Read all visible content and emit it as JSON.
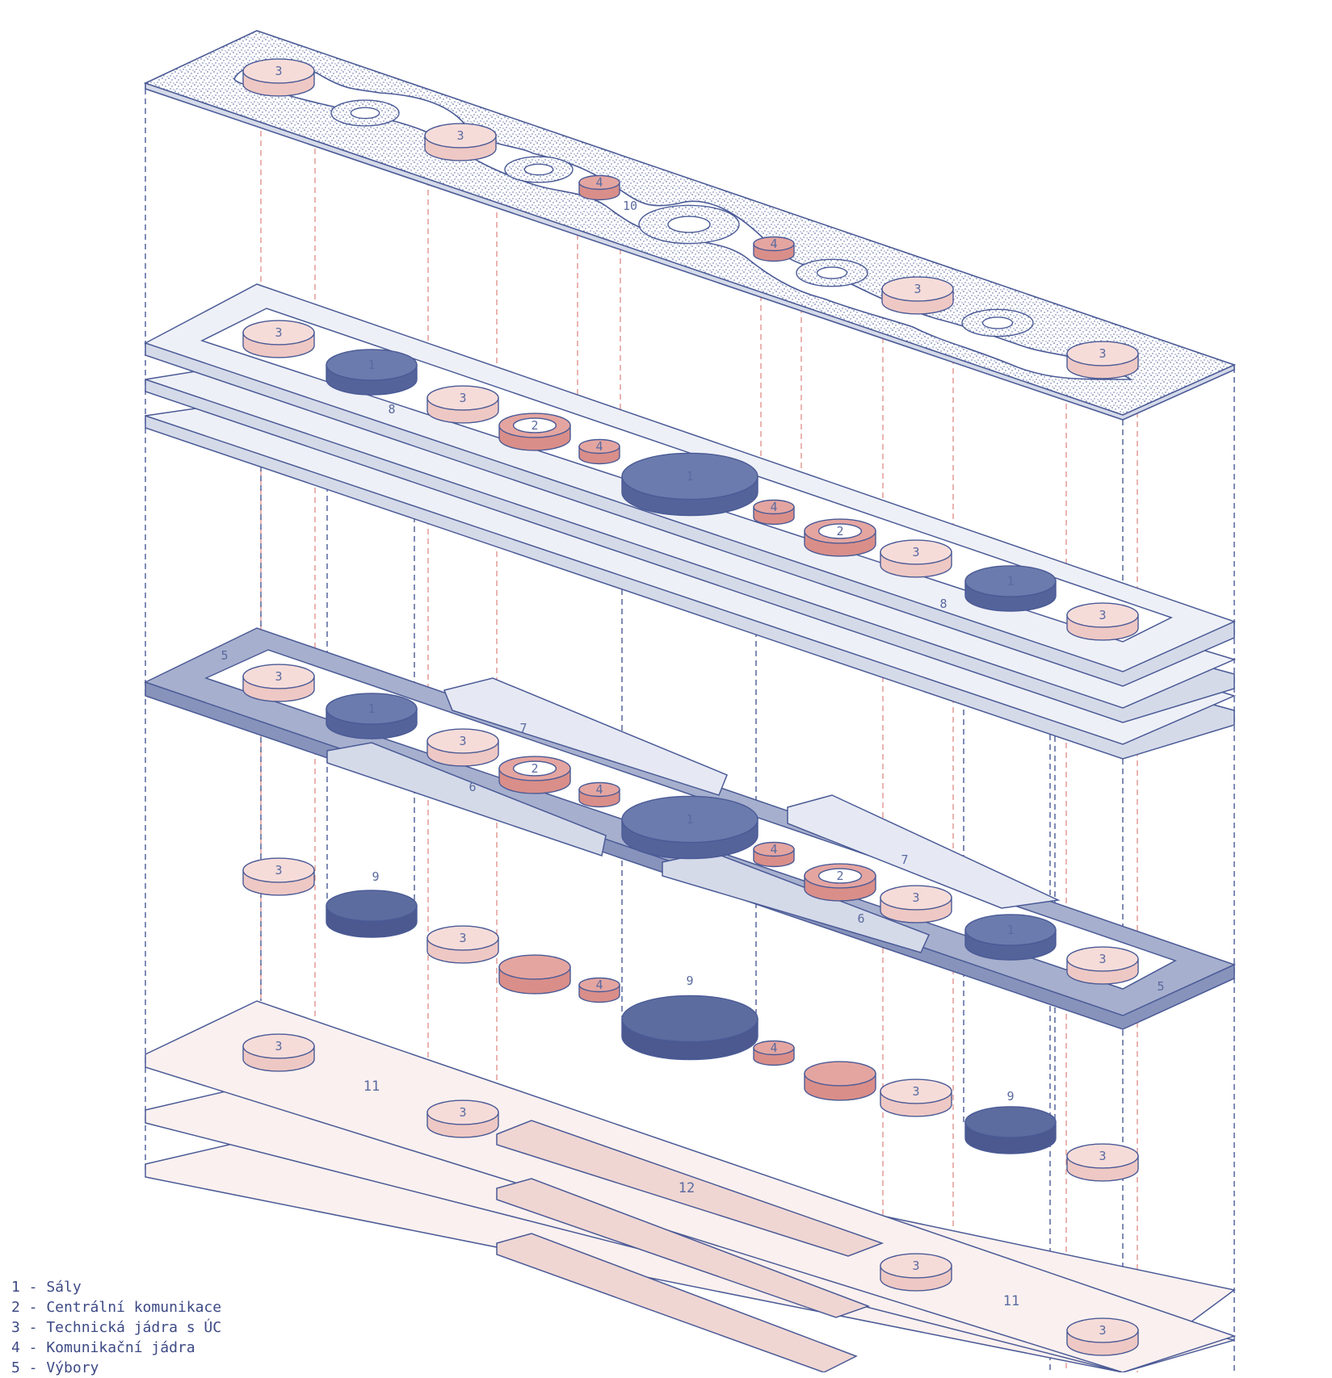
{
  "legend": [
    "1 - Sály",
    "2 - Centrální komunikace",
    "3 - Technická jádra s ÚC",
    "4 - Komunikační jádra",
    "5 - Výbory"
  ],
  "labels": {
    "n1": "1",
    "n2": "2",
    "n3": "3",
    "n4": "4",
    "n5": "5",
    "n6": "6",
    "n7": "7",
    "n8": "8",
    "n9": "9",
    "n10": "10",
    "n11": "11",
    "n12": "12"
  },
  "colors": {
    "line": "#4a5a96",
    "pink_line": "#e0948f",
    "pink_fill": "#f6dcd9",
    "salmon_fill": "#e4a5a1",
    "navy_fill": "#6b7bad",
    "dark_navy_fill": "#5d6c9f",
    "slab_fill": "#eef0f7",
    "slab_side": "#d5dae9",
    "dark_slab_fill": "#a6afcd",
    "floor_fill": "#faf0ef",
    "bar_fill": "#efd6d3"
  },
  "icons": [
    "stipple-texture",
    "dashed-projection-line"
  ]
}
